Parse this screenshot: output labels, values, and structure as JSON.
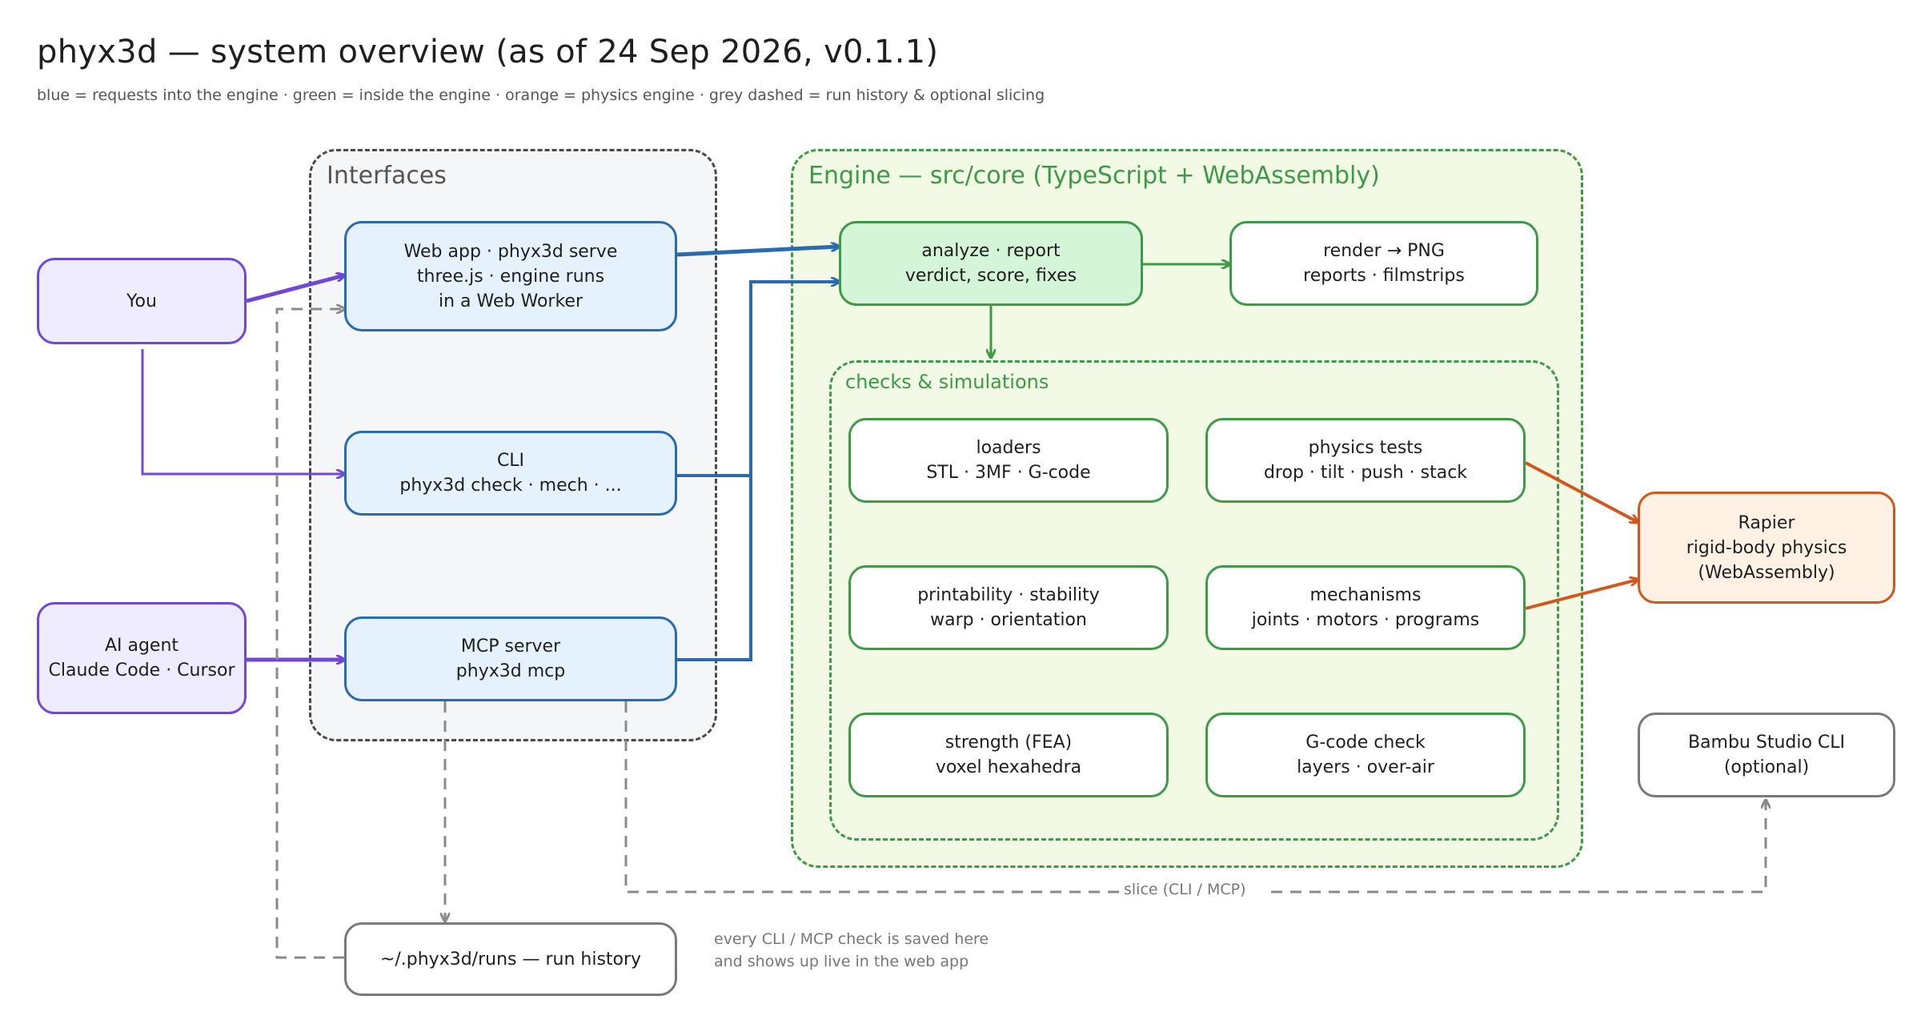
{
  "title": "phyx3d — system overview (as of 24 Sep 2026, v0.1.1)",
  "subtitle": "blue = requests into the engine · green = inside the engine · orange = physics engine · grey dashed = run history & optional slicing",
  "colors": {
    "users": "#7048d8",
    "interfaces": "#2a6ab1",
    "engine": "#3d9a46",
    "physics": "#d3561d",
    "history": "#7a7a7a"
  },
  "actors": {
    "you": {
      "line1": "You"
    },
    "ai_agent": {
      "line1": "AI agent",
      "line2": "Claude Code · Cursor"
    }
  },
  "interfaces": {
    "title": "Interfaces",
    "web_app": {
      "line1": "Web app · phyx3d serve",
      "line2": "three.js · engine runs",
      "line3": "in a Web Worker"
    },
    "cli": {
      "line1": "CLI",
      "line2": "phyx3d check · mech · ..."
    },
    "mcp": {
      "line1": "MCP server",
      "line2": "phyx3d mcp"
    }
  },
  "engine": {
    "title": "Engine — src/core (TypeScript + WebAssembly)",
    "analyze": {
      "line1": "analyze · report",
      "line2": "verdict, score, fixes"
    },
    "render": {
      "line1": "render → PNG",
      "line2": "reports · filmstrips"
    },
    "checks": {
      "title": "checks & simulations",
      "loaders": {
        "line1": "loaders",
        "line2": "STL · 3MF · G-code"
      },
      "physics_tests": {
        "line1": "physics tests",
        "line2": "drop · tilt · push · stack"
      },
      "printability": {
        "line1": "printability · stability",
        "line2": "warp · orientation"
      },
      "mechanisms": {
        "line1": "mechanisms",
        "line2": "joints · motors · programs"
      },
      "strength": {
        "line1": "strength (FEA)",
        "line2": "voxel hexahedra"
      },
      "gcode": {
        "line1": "G-code check",
        "line2": "layers · over-air"
      }
    }
  },
  "rapier": {
    "line1": "Rapier",
    "line2": "rigid-body physics",
    "line3": "(WebAssembly)"
  },
  "bambu": {
    "line1": "Bambu Studio CLI",
    "line2": "(optional)"
  },
  "history": {
    "label": "~/.phyx3d/runs — run history"
  },
  "slice_label": "slice (CLI / MCP)",
  "history_note": {
    "line1": "every CLI / MCP check is saved here",
    "line2": "and shows up live in the web app"
  }
}
